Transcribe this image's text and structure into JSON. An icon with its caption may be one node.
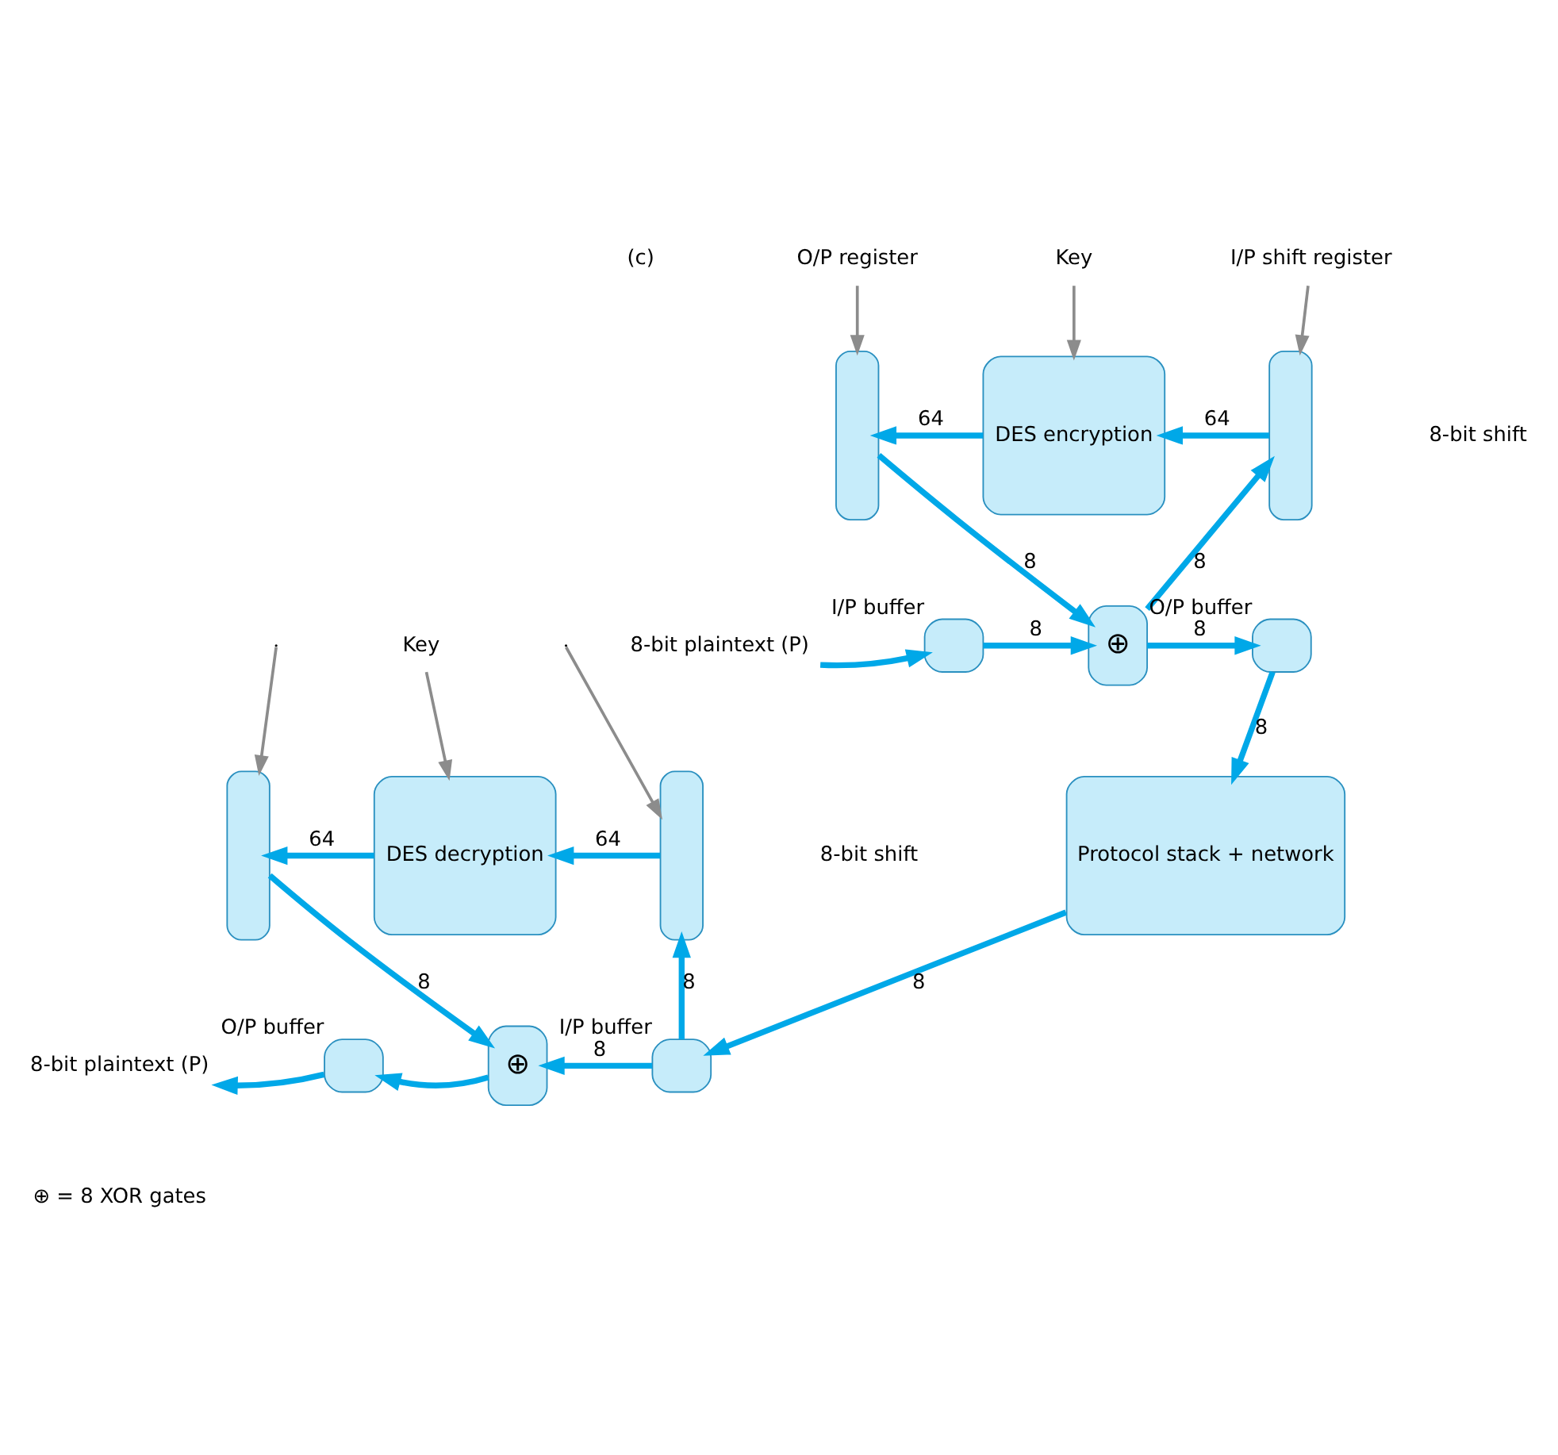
{
  "diagram": {
    "nodes": [
      {
        "text": [
          "O/P register"
        ]
      },
      {
        "text": [
          "Key"
        ]
      },
      {
        "text": [
          "I/P shift register"
        ]
      },
      {
        "text": [],
        "shape": "box"
      },
      {
        "text": [
          "DES encryption"
        ]
      },
      {
        "text": [],
        "shape": "box"
      },
      {
        "text": [
          "⊕"
        ]
      },
      {
        "text": [
          "8-bit plaintext (P)"
        ]
      },
      {
        "text": [],
        "shape": "box",
        "beside": [
          "I/P buffer"
        ]
      },
      {
        "text": [],
        "shape": "box",
        "beside": [
          "O/P buffer"
        ]
      },
      {
        "text": [
          "Protocol stack + network"
        ]
      },
      {
        "text": [
          "Key"
        ]
      },
      {
        "text": [],
        "shape": "box"
      },
      {
        "text": [
          "DES decryption"
        ]
      },
      {
        "text": [],
        "shape": "box"
      },
      {
        "text": [
          "⊕"
        ]
      },
      {
        "text": [],
        "shape": "box",
        "beside": [
          "O/P buffer"
        ]
      },
      {
        "text": [
          "8-bit plaintext (P)"
        ]
      },
      {
        "text": [],
        "shape": "box",
        "beside": [
          "I/P buffer"
        ]
      }
    ],
    "edges": [
      {
        "from": 0,
        "to": 3,
        "arrow": "to",
        "color": "#8c8c8c"
      },
      {
        "from": 1,
        "to": 4,
        "arrow": "to",
        "color": "#8c8c8c"
      },
      {
        "from": 2,
        "to": 5,
        "arrow": "to",
        "color": "#8c8c8c"
      },
      {
        "from": 4,
        "to": 3,
        "arrow": "to",
        "label": "64"
      },
      {
        "from": 5,
        "to": 4,
        "arrow": "to",
        "label": "64"
      },
      {
        "from": 3,
        "to": 6,
        "arrow": "to",
        "label": "8"
      },
      {
        "from": 7,
        "to": 8,
        "arrow": "to"
      },
      {
        "from": 8,
        "to": 6,
        "arrow": "to",
        "label": "8"
      },
      {
        "from": 6,
        "to": 9,
        "arrow": "to",
        "label": "8"
      },
      {
        "from": 6,
        "to": 5,
        "arrow": "to",
        "label": "8"
      },
      {
        "from": 9,
        "to": 10,
        "arrow": "to",
        "label": "8"
      },
      {
        "from": 10,
        "to": 18,
        "arrow": "to",
        "label": "8"
      },
      {
        "from": null,
        "to": 12,
        "arrow": "to",
        "color": "#8c8c8c"
      },
      {
        "from": 11,
        "to": 13,
        "arrow": "to",
        "color": "#8c8c8c"
      },
      {
        "from": null,
        "to": 14,
        "arrow": "to",
        "color": "#8c8c8c"
      },
      {
        "from": 14,
        "to": 13,
        "arrow": "to",
        "label": "64"
      },
      {
        "from": 13,
        "to": 12,
        "arrow": "to",
        "label": "64"
      },
      {
        "from": 12,
        "to": 15,
        "arrow": "to",
        "label": "8"
      },
      {
        "from": 18,
        "to": 15,
        "arrow": "to",
        "label": "8"
      },
      {
        "from": 18,
        "to": 14,
        "arrow": "to",
        "label": "8"
      },
      {
        "from": 15,
        "to": 16,
        "arrow": "to"
      },
      {
        "from": 16,
        "to": 17,
        "arrow": "to"
      }
    ],
    "labels": [
      "(c)",
      "8-bit shift",
      "8-bit shift",
      "⊕ = 8 XOR gates"
    ]
  }
}
